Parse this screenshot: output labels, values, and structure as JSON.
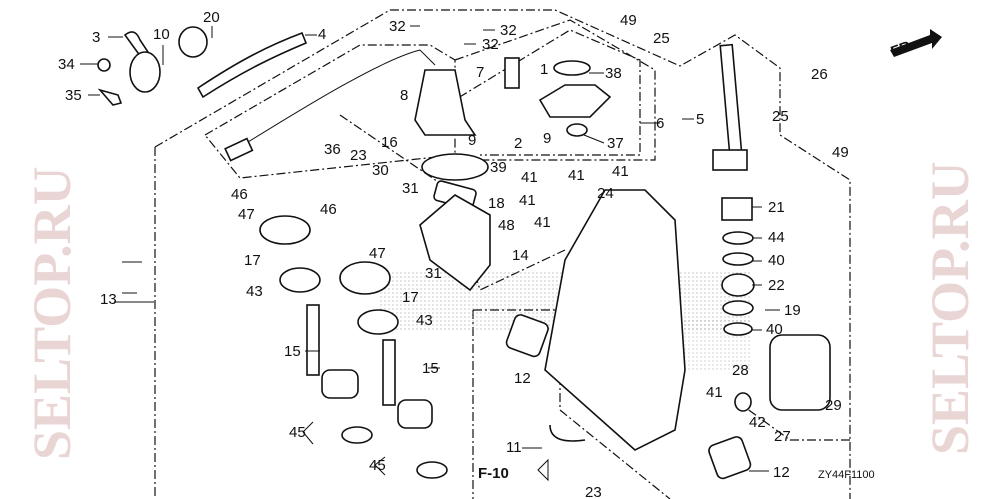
{
  "diagram": {
    "code": "ZY44F1100",
    "front_label": "FR.",
    "ref_label": "F-10",
    "watermark": "SELTOP.RU",
    "callouts": [
      "3",
      "10",
      "20",
      "4",
      "34",
      "35",
      "32",
      "32",
      "32",
      "7",
      "8",
      "1",
      "38",
      "9",
      "2",
      "9",
      "6",
      "5",
      "37",
      "49",
      "25",
      "26",
      "25",
      "49",
      "16",
      "36",
      "23",
      "30",
      "39",
      "41",
      "41",
      "41",
      "41",
      "41",
      "24",
      "48",
      "31",
      "18",
      "46",
      "47",
      "46",
      "47",
      "31",
      "14",
      "17",
      "43",
      "17",
      "43",
      "13",
      "15",
      "15",
      "12",
      "45",
      "45",
      "11",
      "23",
      "21",
      "44",
      "40",
      "22",
      "19",
      "40",
      "28",
      "41",
      "42",
      "27",
      "29",
      "12"
    ]
  }
}
